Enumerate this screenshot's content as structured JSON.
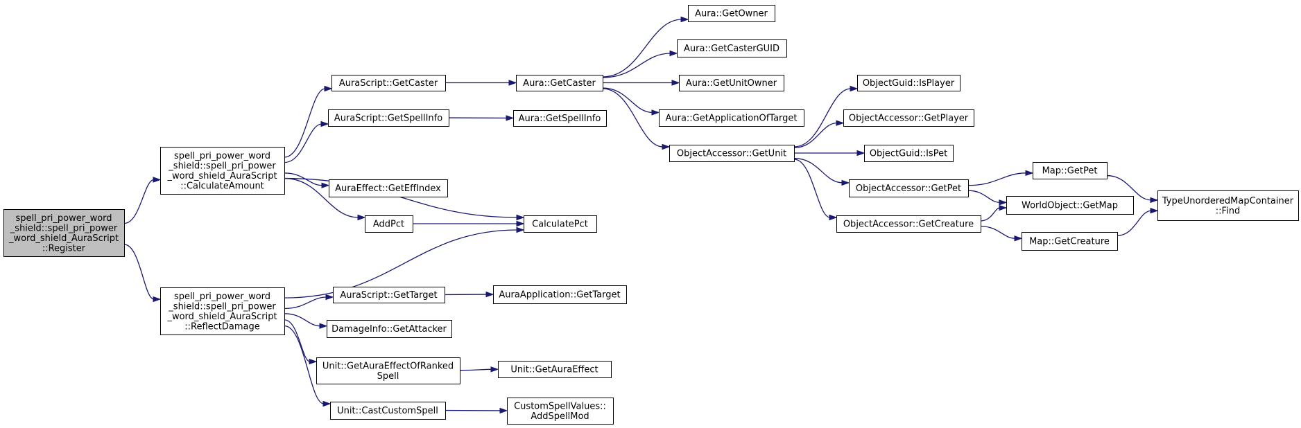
{
  "colors": {
    "edge": "#191970",
    "node_border": "#000000",
    "root_fill": "#bfbfbf",
    "node_fill": "#ffffff"
  },
  "nodes": [
    {
      "id": "root",
      "lines": [
        "spell_pri_power_word",
        "_shield::spell_pri_power",
        "_word_shield_AuraScript",
        "::Register"
      ],
      "root": true
    },
    {
      "id": "calc",
      "lines": [
        "spell_pri_power_word",
        "_shield::spell_pri_power",
        "_word_shield_AuraScript",
        "::CalculateAmount"
      ]
    },
    {
      "id": "reflect",
      "lines": [
        "spell_pri_power_word",
        "_shield::spell_pri_power",
        "_word_shield_AuraScript",
        "::ReflectDamage"
      ]
    },
    {
      "id": "as_getcaster",
      "lines": [
        "AuraScript::GetCaster"
      ]
    },
    {
      "id": "as_getspellinfo",
      "lines": [
        "AuraScript::GetSpellInfo"
      ]
    },
    {
      "id": "ae_geteffindex",
      "lines": [
        "AuraEffect::GetEffIndex"
      ]
    },
    {
      "id": "addpct",
      "lines": [
        "AddPct"
      ]
    },
    {
      "id": "calcpct",
      "lines": [
        "CalculatePct"
      ]
    },
    {
      "id": "aura_getcaster",
      "lines": [
        "Aura::GetCaster"
      ]
    },
    {
      "id": "aura_getspellinfo",
      "lines": [
        "Aura::GetSpellInfo"
      ]
    },
    {
      "id": "aura_getowner",
      "lines": [
        "Aura::GetOwner"
      ]
    },
    {
      "id": "aura_getcasterguid",
      "lines": [
        "Aura::GetCasterGUID"
      ]
    },
    {
      "id": "aura_getunitowner",
      "lines": [
        "Aura::GetUnitOwner"
      ]
    },
    {
      "id": "aura_getappoftarget",
      "lines": [
        "Aura::GetApplicationOfTarget"
      ]
    },
    {
      "id": "oa_getunit",
      "lines": [
        "ObjectAccessor::GetUnit"
      ]
    },
    {
      "id": "og_isplayer",
      "lines": [
        "ObjectGuid::IsPlayer"
      ]
    },
    {
      "id": "oa_getplayer",
      "lines": [
        "ObjectAccessor::GetPlayer"
      ]
    },
    {
      "id": "og_ispet",
      "lines": [
        "ObjectGuid::IsPet"
      ]
    },
    {
      "id": "oa_getpet",
      "lines": [
        "ObjectAccessor::GetPet"
      ]
    },
    {
      "id": "oa_getcreature",
      "lines": [
        "ObjectAccessor::GetCreature"
      ]
    },
    {
      "id": "map_getpet",
      "lines": [
        "Map::GetPet"
      ]
    },
    {
      "id": "wo_getmap",
      "lines": [
        "WorldObject::GetMap"
      ]
    },
    {
      "id": "map_getcreature",
      "lines": [
        "Map::GetCreature"
      ]
    },
    {
      "id": "tumc_find",
      "lines": [
        "TypeUnorderedMapContainer",
        "::Find"
      ]
    },
    {
      "id": "as_gettarget",
      "lines": [
        "AuraScript::GetTarget"
      ]
    },
    {
      "id": "aa_gettarget",
      "lines": [
        "AuraApplication::GetTarget"
      ]
    },
    {
      "id": "di_getattacker",
      "lines": [
        "DamageInfo::GetAttacker"
      ]
    },
    {
      "id": "unit_getauraeffectofranked",
      "lines": [
        "Unit::GetAuraEffectOfRanked",
        "Spell"
      ]
    },
    {
      "id": "unit_getauraeffect",
      "lines": [
        "Unit::GetAuraEffect"
      ]
    },
    {
      "id": "unit_castcustomspell",
      "lines": [
        "Unit::CastCustomSpell"
      ]
    },
    {
      "id": "csv_addspellmod",
      "lines": [
        "CustomSpellValues::",
        "AddSpellMod"
      ]
    }
  ],
  "edges": [
    [
      "root",
      "calc"
    ],
    [
      "root",
      "reflect"
    ],
    [
      "calc",
      "as_getcaster"
    ],
    [
      "calc",
      "as_getspellinfo"
    ],
    [
      "calc",
      "ae_geteffindex"
    ],
    [
      "calc",
      "addpct"
    ],
    [
      "calc",
      "calcpct"
    ],
    [
      "addpct",
      "calcpct"
    ],
    [
      "as_getcaster",
      "aura_getcaster"
    ],
    [
      "as_getspellinfo",
      "aura_getspellinfo"
    ],
    [
      "aura_getcaster",
      "aura_getowner"
    ],
    [
      "aura_getcaster",
      "aura_getcasterguid"
    ],
    [
      "aura_getcaster",
      "aura_getunitowner"
    ],
    [
      "aura_getcaster",
      "aura_getappoftarget"
    ],
    [
      "aura_getcaster",
      "oa_getunit"
    ],
    [
      "oa_getunit",
      "og_isplayer"
    ],
    [
      "oa_getunit",
      "oa_getplayer"
    ],
    [
      "oa_getunit",
      "og_ispet"
    ],
    [
      "oa_getunit",
      "oa_getpet"
    ],
    [
      "oa_getunit",
      "oa_getcreature"
    ],
    [
      "oa_getpet",
      "map_getpet"
    ],
    [
      "oa_getpet",
      "wo_getmap"
    ],
    [
      "oa_getcreature",
      "wo_getmap"
    ],
    [
      "oa_getcreature",
      "map_getcreature"
    ],
    [
      "map_getpet",
      "tumc_find"
    ],
    [
      "map_getcreature",
      "tumc_find"
    ],
    [
      "reflect",
      "calcpct"
    ],
    [
      "reflect",
      "as_gettarget"
    ],
    [
      "reflect",
      "di_getattacker"
    ],
    [
      "reflect",
      "unit_getauraeffectofranked"
    ],
    [
      "reflect",
      "unit_castcustomspell"
    ],
    [
      "as_gettarget",
      "aa_gettarget"
    ],
    [
      "unit_getauraeffectofranked",
      "unit_getauraeffect"
    ],
    [
      "unit_castcustomspell",
      "csv_addspellmod"
    ]
  ]
}
